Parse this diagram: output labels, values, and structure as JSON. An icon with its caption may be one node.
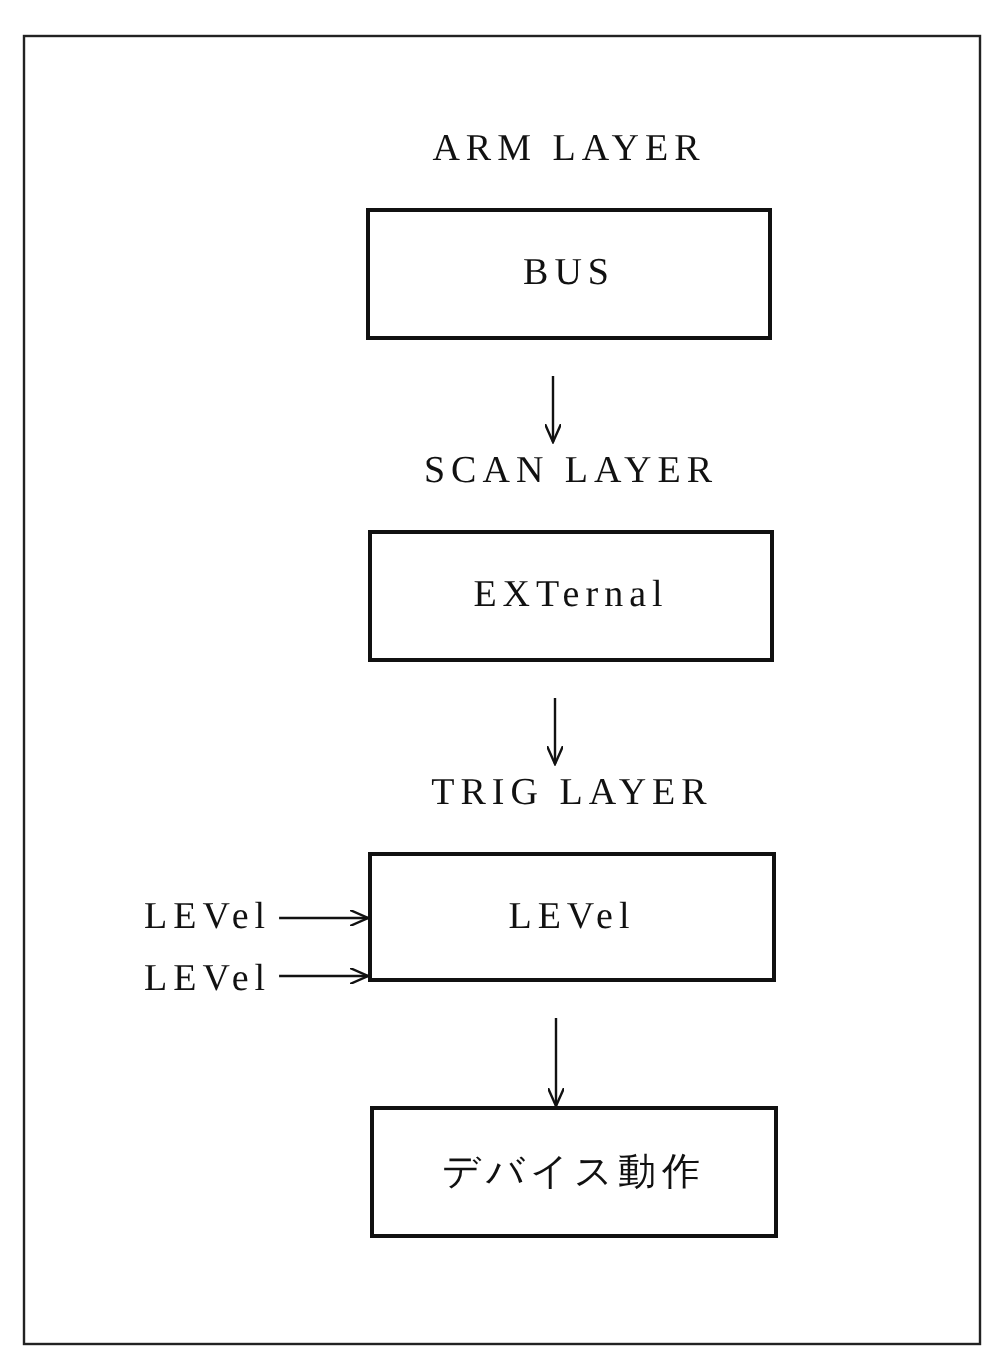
{
  "diagram": {
    "nodes": [
      {
        "text": [
          "ARM LAYER",
          "BUS"
        ]
      },
      {
        "text": [
          "SCAN LAYER",
          "EXTernal"
        ]
      },
      {
        "text": [
          "TRIG LAYER",
          "LEVel"
        ]
      },
      {
        "text": [
          "デバイス動作"
        ]
      },
      {
        "text": [
          "LEVel"
        ]
      },
      {
        "text": [
          "LEVel"
        ]
      }
    ],
    "edges": [
      {
        "from": 0,
        "to": 1,
        "arrow": "to"
      },
      {
        "from": 1,
        "to": 2,
        "arrow": "to"
      },
      {
        "from": 2,
        "to": 3,
        "arrow": "to"
      },
      {
        "from": 4,
        "to": 2,
        "arrow": "to"
      },
      {
        "from": 5,
        "to": 2,
        "arrow": "to"
      }
    ]
  }
}
